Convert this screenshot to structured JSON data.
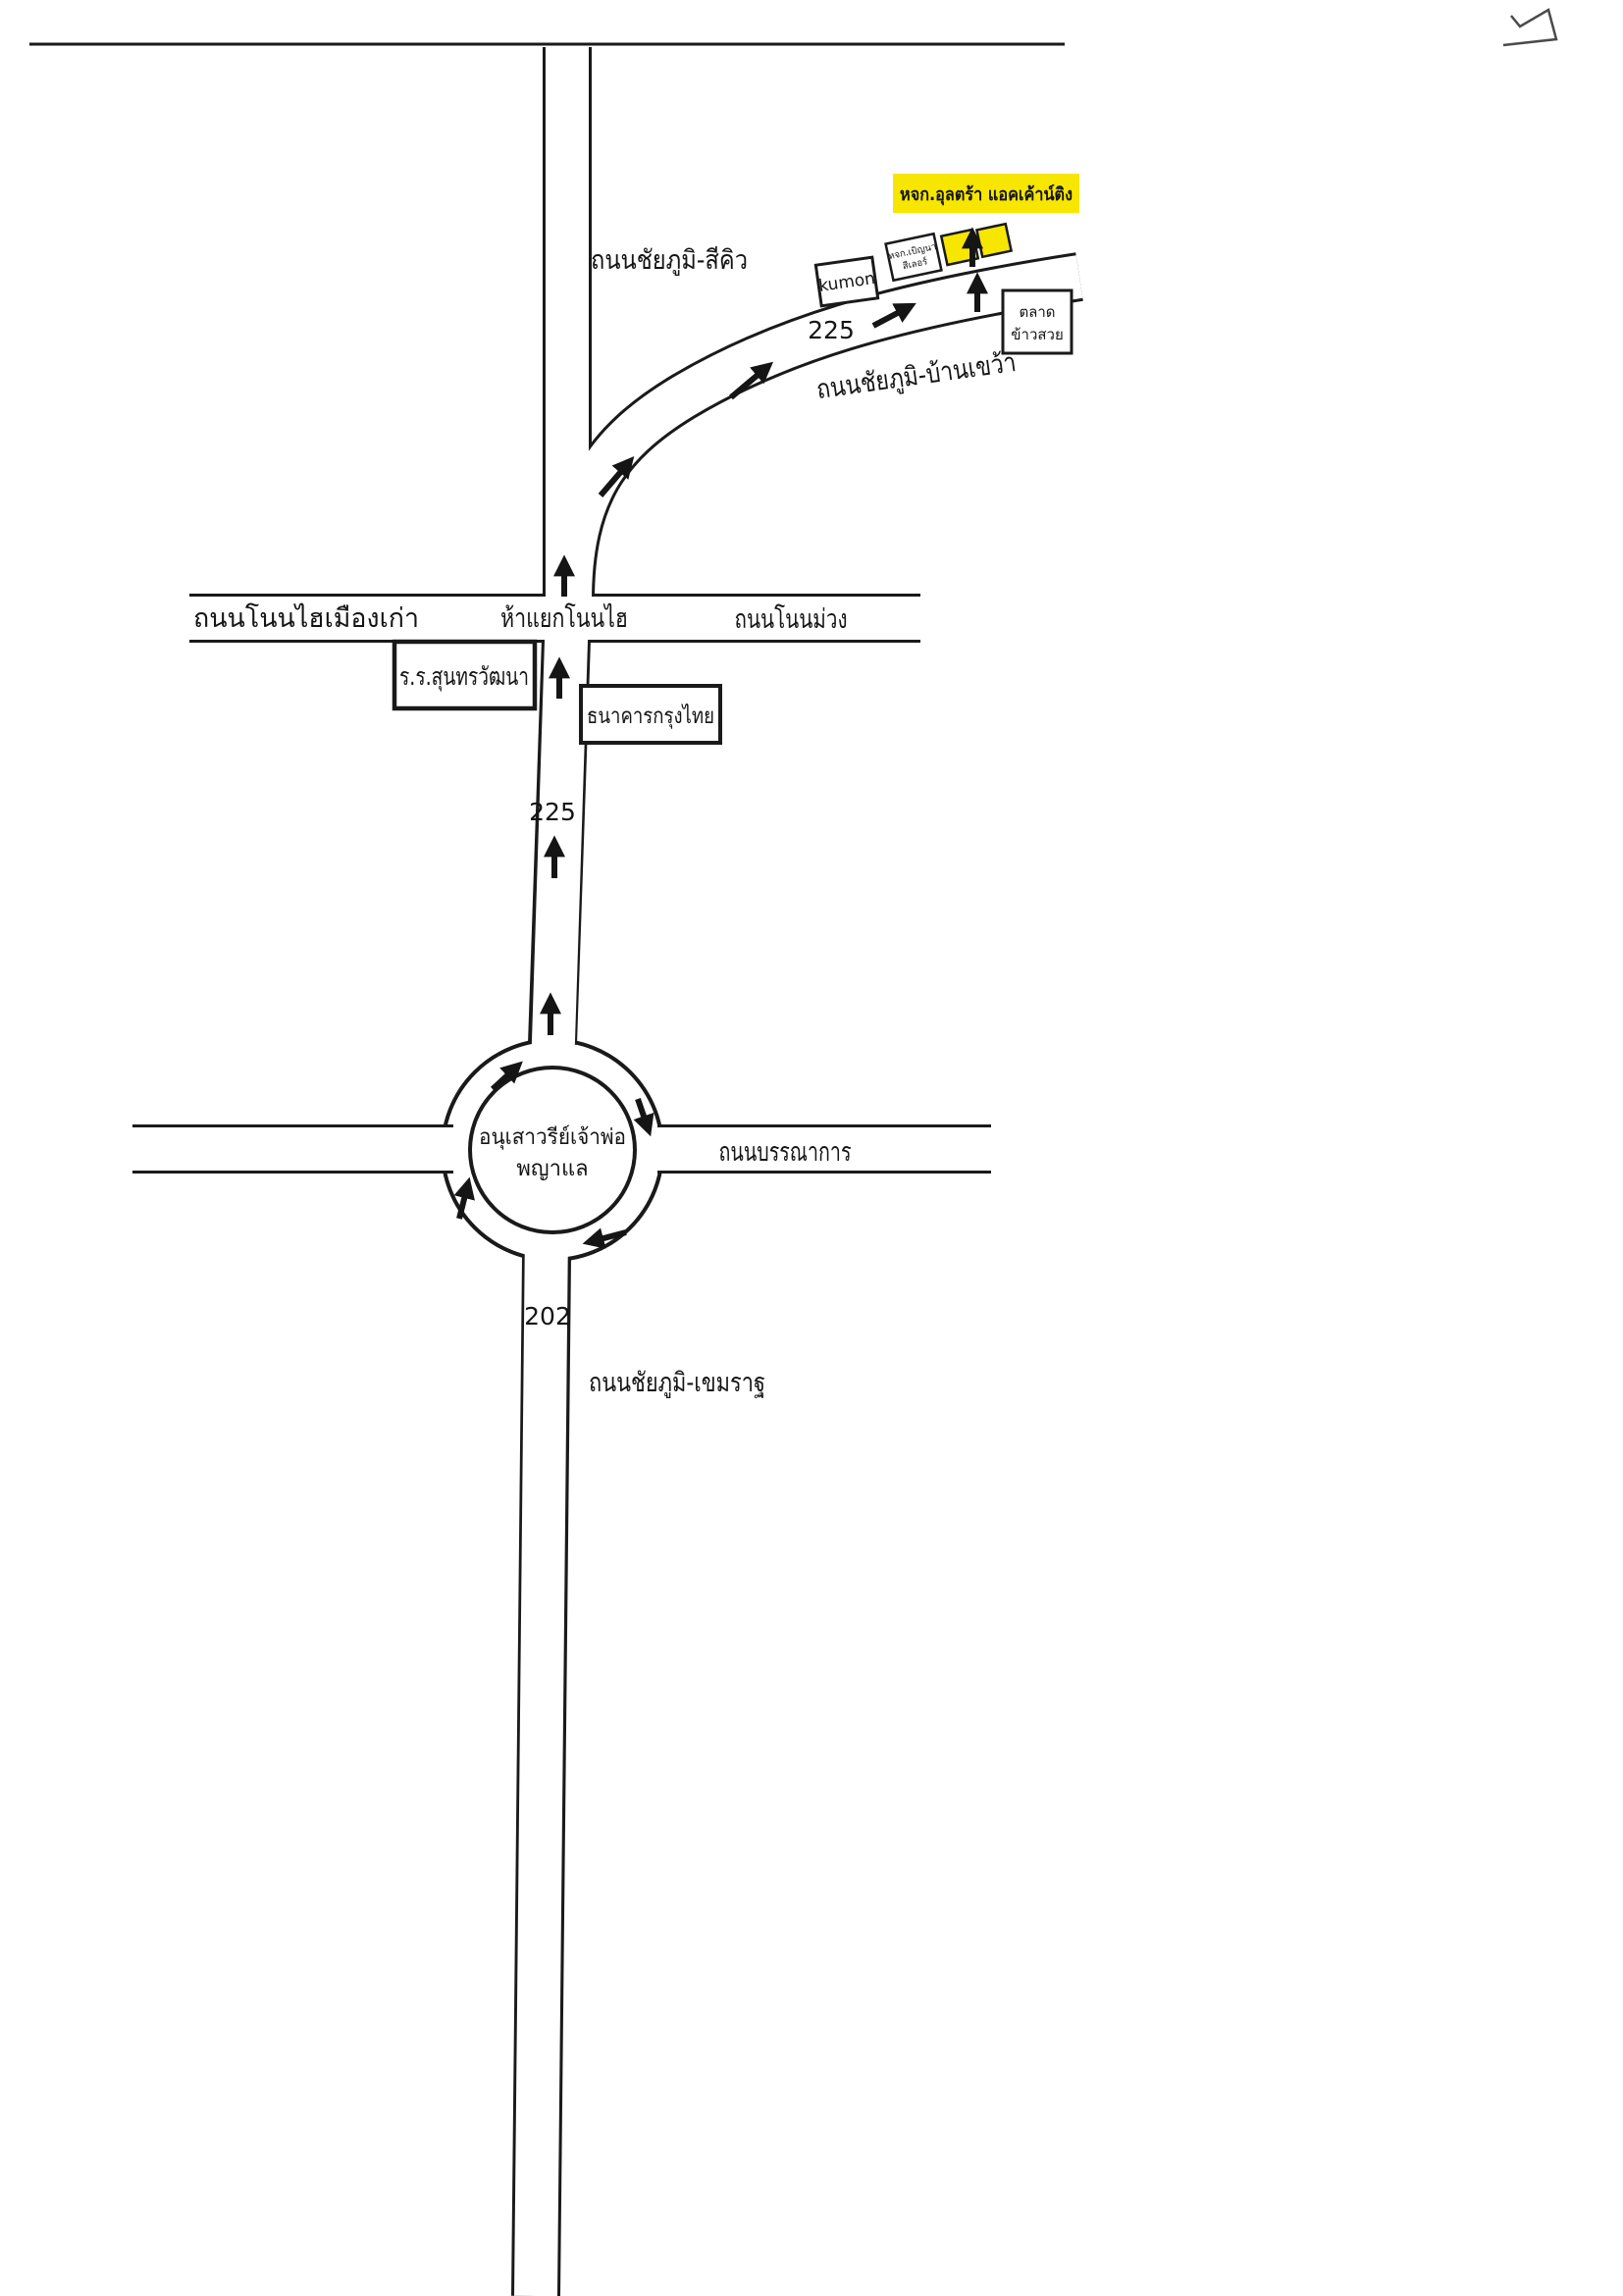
{
  "page": {
    "type": "scanned-route-map"
  },
  "colors": {
    "ink": "#1a1a1a",
    "paper": "#ffffff",
    "highlight": "#f7e600"
  },
  "destination": {
    "label": "หจก.อุลตร้า แอคเค้าน์ติง"
  },
  "roads": {
    "chaiyaphum_sikhio": "ถนนชัยภูมิ-สีคิว",
    "chaiyaphum_bankhwao": "ถนนชัยภูมิ-บ้านเขว้า",
    "route_225_upper": "225",
    "route_225_lower": "225",
    "nonhai_mueangkao": "ถนนโนนไฮเมืองเก่า",
    "hayaek_nonhai": "ห้าแยกโนนไฮ",
    "non_muang": "ถนนโนนม่วง",
    "bannakan": "ถนนบรรณาการ",
    "route_202": "202",
    "chaiyaphum_khemarat": "ถนนชัยภูมิ-เขมราฐ"
  },
  "landmarks": {
    "school": "ร.ร.สุนทรวัฒนา",
    "bank": "ธนาคารกรุงไทย",
    "kumon": "kumon",
    "shop_line1": "หจก.เบิญนา",
    "shop_line2": "สีเลอร์",
    "market_line1": "ตลาด",
    "market_line2": "ข้าวสวย",
    "monument_line1": "อนุเสาวรีย์เจ้าพ่อ",
    "monument_line2": "พญาแล"
  }
}
